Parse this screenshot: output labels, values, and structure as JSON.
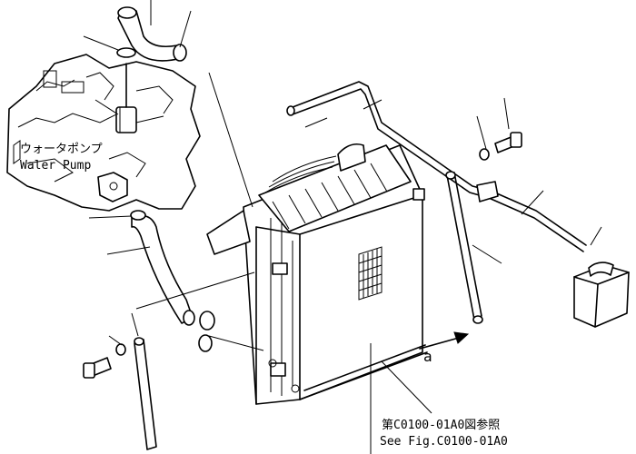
{
  "labels": {
    "water_pump_jp": "ウォータポンプ",
    "water_pump_en": "Waler Pump",
    "view_arrow": "a",
    "ref_jp": "第C0100-01A0図参照",
    "ref_en": "See Fig.C0100-01A0"
  }
}
